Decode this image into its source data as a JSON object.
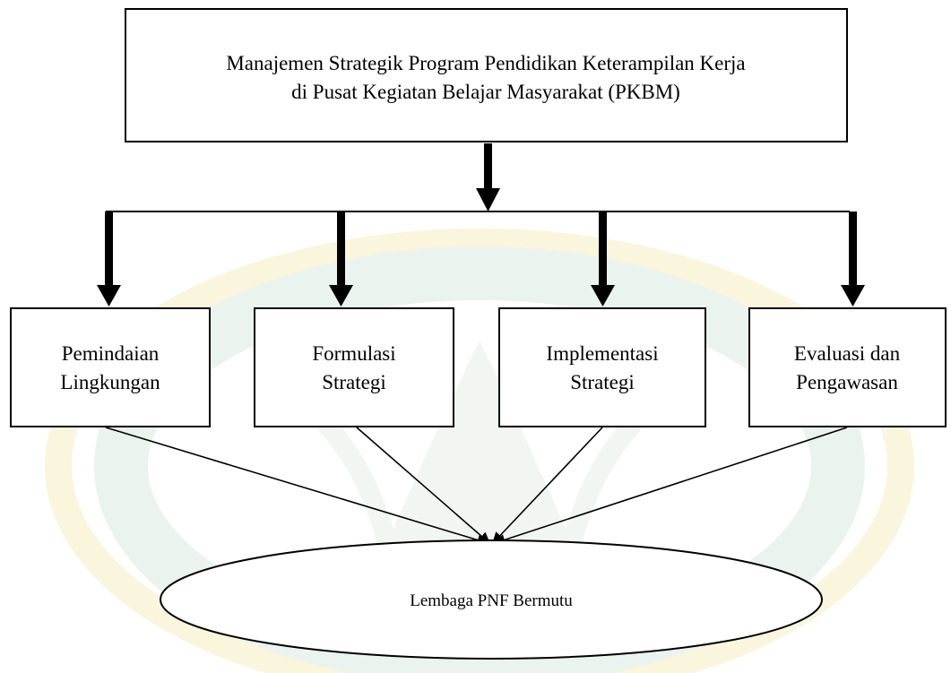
{
  "diagram": {
    "root": {
      "line1": "Manajemen Strategik Program Pendidikan Keterampilan Kerja",
      "line2": "di Pusat Kegiatan Belajar Masyarakat (PKBM)"
    },
    "stages": [
      {
        "line1": "Pemindaian",
        "line2": "Lingkungan"
      },
      {
        "line1": "Formulasi",
        "line2": "Strategi"
      },
      {
        "line1": "Implementasi",
        "line2": "Strategi"
      },
      {
        "line1": "Evaluasi dan",
        "line2": "Pengawasan"
      }
    ],
    "outcome": "Lembaga PNF Bermutu"
  },
  "colors": {
    "line": "#000000",
    "background": "#ffffff",
    "watermark_green": "#dcebe3",
    "watermark_yellow": "#f6eec3"
  }
}
